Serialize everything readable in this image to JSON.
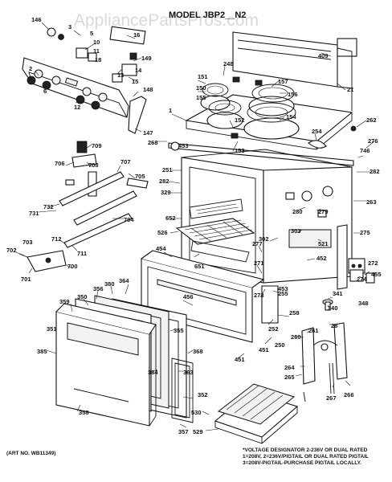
{
  "watermark": "AppliancePartsPros.com",
  "title": "MODEL JBP2__N2",
  "art_no": "(ART NO. WB11349)",
  "note_lines": [
    "*VOLTAGE DESIGNATOR 2-236V OR DUAL RATED",
    "1=208V, 2=236V/PIGTAIL OR DUAL RATED PIGTAIL",
    "3=208V-PIGTAIL-PURCHASE PIGTAIL LOCALLY."
  ],
  "labels": [
    {
      "id": "146",
      "text": "146"
    },
    {
      "id": "3",
      "text": "3"
    },
    {
      "id": "5",
      "text": "5"
    },
    {
      "id": "16",
      "text": "16"
    },
    {
      "id": "10",
      "text": "10"
    },
    {
      "id": "11",
      "text": "11"
    },
    {
      "id": "18",
      "text": "18"
    },
    {
      "id": "149",
      "text": "149"
    },
    {
      "id": "13",
      "text": "13"
    },
    {
      "id": "14",
      "text": "14"
    },
    {
      "id": "148",
      "text": "148"
    },
    {
      "id": "15",
      "text": "15"
    },
    {
      "id": "2",
      "text": "2"
    },
    {
      "id": "6",
      "text": "6"
    },
    {
      "id": "12",
      "text": "12"
    },
    {
      "id": "409",
      "text": "409"
    },
    {
      "id": "248",
      "text": "248"
    },
    {
      "id": "151",
      "text": "151"
    },
    {
      "id": "150",
      "text": "150"
    },
    {
      "id": "155",
      "text": "155"
    },
    {
      "id": "157",
      "text": "157"
    },
    {
      "id": "21",
      "text": "21"
    },
    {
      "id": "156",
      "text": "156"
    },
    {
      "id": "1",
      "text": "1"
    },
    {
      "id": "152",
      "text": "152"
    },
    {
      "id": "154",
      "text": "154"
    },
    {
      "id": "153",
      "text": "153"
    },
    {
      "id": "254",
      "text": "254"
    },
    {
      "id": "262",
      "text": "262"
    },
    {
      "id": "147",
      "text": "147"
    },
    {
      "id": "268",
      "text": "268"
    },
    {
      "id": "709",
      "text": "709"
    },
    {
      "id": "706",
      "text": "706"
    },
    {
      "id": "708",
      "text": "708"
    },
    {
      "id": "707",
      "text": "707"
    },
    {
      "id": "705",
      "text": "705"
    },
    {
      "id": "703",
      "text": "703"
    },
    {
      "id": "453",
      "text": "453"
    },
    {
      "id": "276",
      "text": "276"
    },
    {
      "id": "746",
      "text": "746"
    },
    {
      "id": "251",
      "text": "251"
    },
    {
      "id": "282a",
      "text": "282"
    },
    {
      "id": "282b",
      "text": "282"
    },
    {
      "id": "329",
      "text": "329"
    },
    {
      "id": "731",
      "text": "731"
    },
    {
      "id": "732",
      "text": "732"
    },
    {
      "id": "704",
      "text": "704"
    },
    {
      "id": "652",
      "text": "652"
    },
    {
      "id": "279",
      "text": "279"
    },
    {
      "id": "280",
      "text": "280"
    },
    {
      "id": "263",
      "text": "263"
    },
    {
      "id": "526",
      "text": "526"
    },
    {
      "id": "275",
      "text": "275"
    },
    {
      "id": "712",
      "text": "712"
    },
    {
      "id": "302",
      "text": "302"
    },
    {
      "id": "303",
      "text": "303"
    },
    {
      "id": "521",
      "text": "521"
    },
    {
      "id": "711",
      "text": "711"
    },
    {
      "id": "272",
      "text": "272"
    },
    {
      "id": "702",
      "text": "702"
    },
    {
      "id": "701",
      "text": "701"
    },
    {
      "id": "700",
      "text": "700"
    },
    {
      "id": "454",
      "text": "454"
    },
    {
      "id": "651",
      "text": "651"
    },
    {
      "id": "277",
      "text": "277"
    },
    {
      "id": "452",
      "text": "452"
    },
    {
      "id": "274",
      "text": "274"
    },
    {
      "id": "271",
      "text": "271"
    },
    {
      "id": "455",
      "text": "455"
    },
    {
      "id": "273",
      "text": "273"
    },
    {
      "id": "380",
      "text": "380"
    },
    {
      "id": "356",
      "text": "356"
    },
    {
      "id": "364",
      "text": "364"
    },
    {
      "id": "350",
      "text": "350"
    },
    {
      "id": "456",
      "text": "456"
    },
    {
      "id": "255",
      "text": "255"
    },
    {
      "id": "341",
      "text": "341"
    },
    {
      "id": "348",
      "text": "348"
    },
    {
      "id": "351",
      "text": "351"
    },
    {
      "id": "258",
      "text": "258"
    },
    {
      "id": "28",
      "text": "28"
    },
    {
      "id": "355",
      "text": "355"
    },
    {
      "id": "340",
      "text": "340"
    },
    {
      "id": "252",
      "text": "252"
    },
    {
      "id": "260",
      "text": "260"
    },
    {
      "id": "261",
      "text": "261"
    },
    {
      "id": "385",
      "text": "385"
    },
    {
      "id": "368",
      "text": "368"
    },
    {
      "id": "451",
      "text": "451"
    },
    {
      "id": "250",
      "text": "250"
    },
    {
      "id": "384",
      "text": "384"
    },
    {
      "id": "363",
      "text": "363"
    },
    {
      "id": "264",
      "text": "264"
    },
    {
      "id": "265",
      "text": "265"
    },
    {
      "id": "267",
      "text": "267"
    },
    {
      "id": "266",
      "text": "266"
    },
    {
      "id": "352",
      "text": "352"
    },
    {
      "id": "358",
      "text": "358"
    },
    {
      "id": "530",
      "text": "530"
    },
    {
      "id": "357",
      "text": "357"
    },
    {
      "id": "529",
      "text": "529"
    }
  ]
}
